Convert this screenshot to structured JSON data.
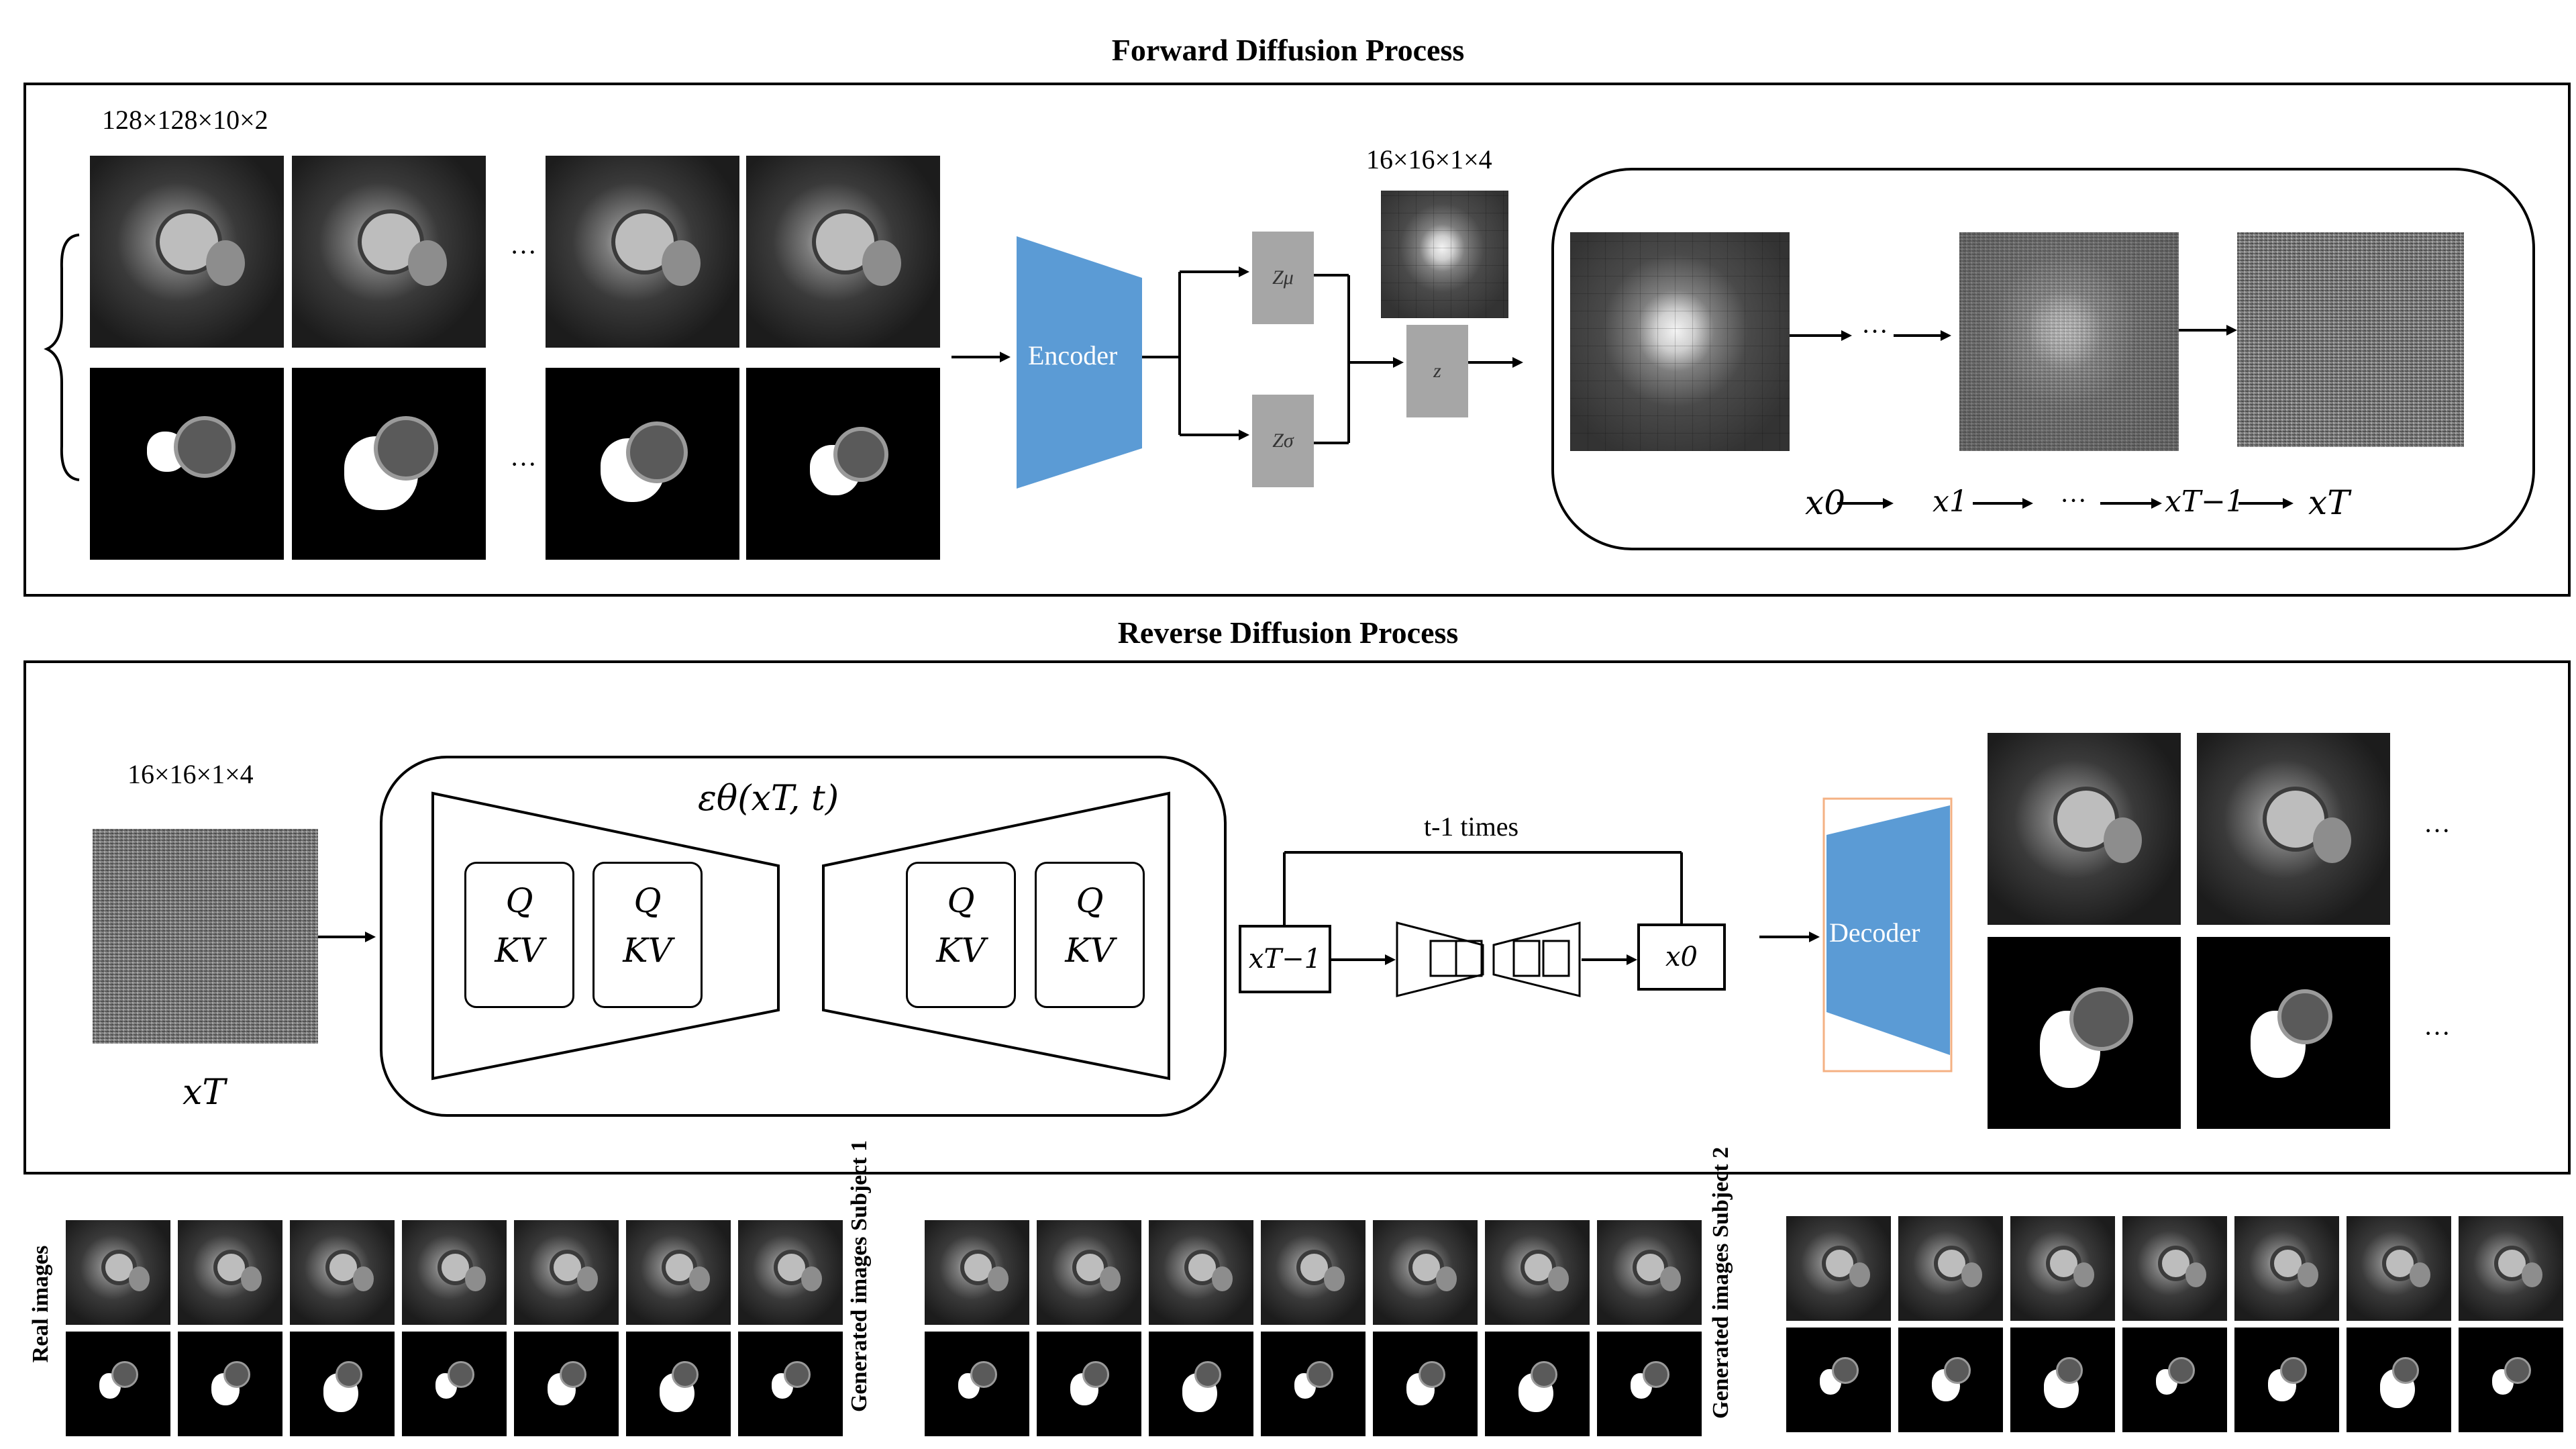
{
  "forward": {
    "title": "Forward Diffusion Process",
    "input_shape": "128×128×10×2",
    "latent_shape": "16×16×1×4",
    "encoder_label": "Encoder",
    "z_mu": "Zμ",
    "z_sigma": "Zσ",
    "z": "z",
    "ellipsis": "···",
    "chain": [
      "x0",
      "x1",
      "···",
      "xT−1",
      "xT"
    ]
  },
  "reverse": {
    "title": "Reverse Diffusion Process",
    "noise_shape": "16×16×1×4",
    "noise_label": "xT",
    "unet_label": "εθ(xT, t)",
    "attn_q": "Q",
    "attn_kv": "KV",
    "loop_label": "t-1 times",
    "xt1_box": "xT−1",
    "x0_box": "x0",
    "decoder_label": "Decoder",
    "ellipsis": "···"
  },
  "bottom": {
    "real_label": "Real images",
    "gen1_label": "Generated images Subject 1",
    "gen2_label": "Generated images Subject 2"
  },
  "colors": {
    "encoder_blue": "#5b9bd5",
    "z_gray": "#a6a6a6",
    "decoder_border": "#f4b183"
  }
}
